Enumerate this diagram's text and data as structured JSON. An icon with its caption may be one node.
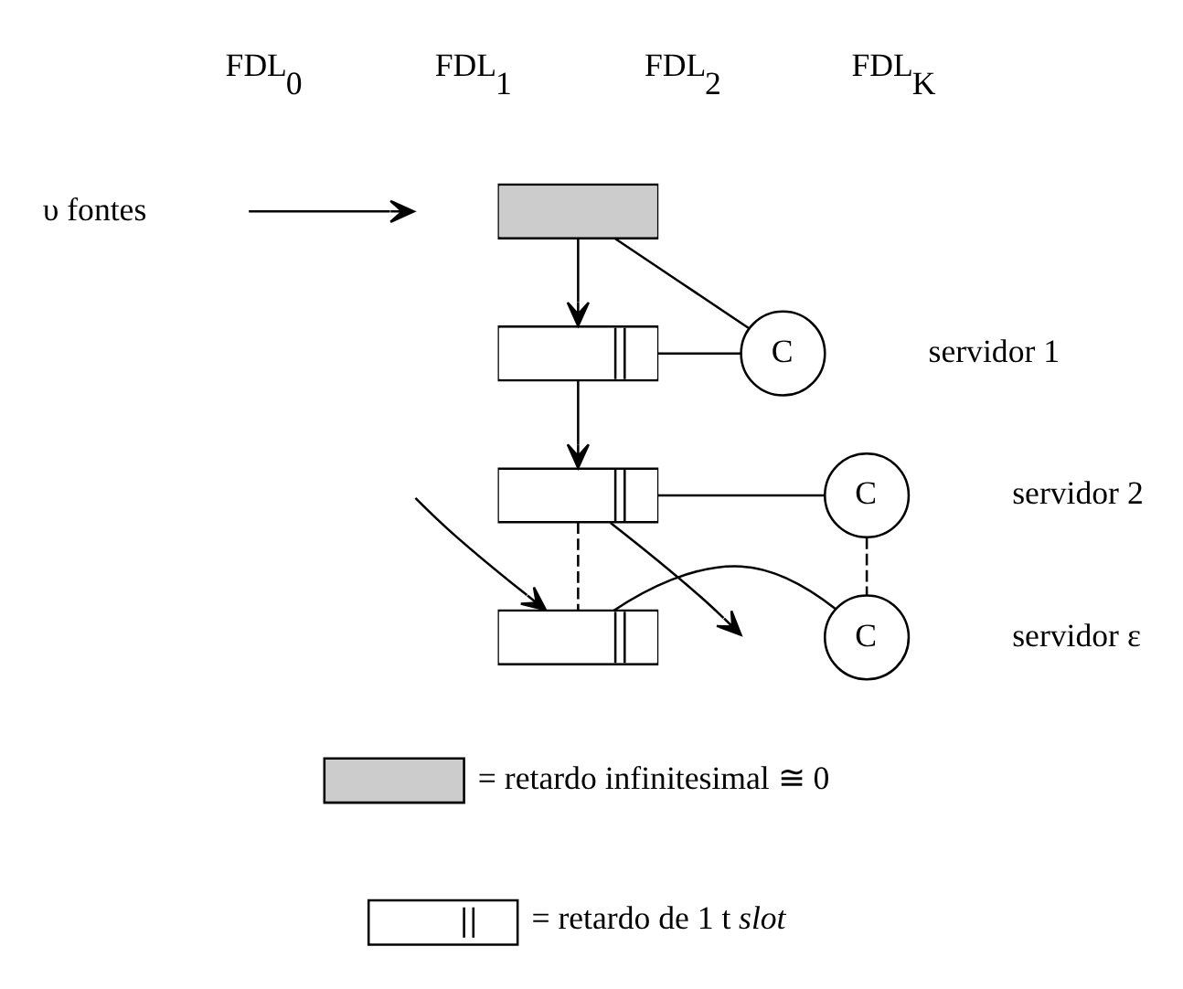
{
  "diagram": {
    "nodes": [
      {
        "text": [],
        "shape": "box"
      },
      {
        "text": [],
        "shape": "box"
      },
      {
        "text": [],
        "shape": "box"
      },
      {
        "text": [],
        "shape": "box"
      },
      {
        "text": [
          "C"
        ],
        "beside": [
          "servidor 1"
        ]
      },
      {
        "text": [
          "C"
        ],
        "beside": [
          "servidor 2"
        ]
      },
      {
        "text": [
          "C"
        ],
        "beside": [
          "servidor ε"
        ]
      }
    ],
    "edges": [
      {
        "from": 0,
        "to": 1,
        "arrow": "to"
      },
      {
        "from": 1,
        "to": 2,
        "arrow": "to"
      },
      {
        "from": 2,
        "to": null,
        "arrow": "to"
      },
      {
        "from": null,
        "to": 3,
        "arrow": "to"
      },
      {
        "from": 2,
        "to": 3,
        "arrow": "none",
        "style": "dashed"
      },
      {
        "from": 0,
        "to": 4,
        "arrow": "none"
      },
      {
        "from": 1,
        "to": 4,
        "arrow": "none"
      },
      {
        "from": 2,
        "to": 5,
        "arrow": "none"
      },
      {
        "from": 3,
        "to": 6,
        "arrow": "none"
      },
      {
        "from": 5,
        "to": 6,
        "arrow": "none",
        "style": "dashed"
      }
    ],
    "labels": [
      "υ fontes",
      "FDL$_{0}$",
      "FDL$_{1}$",
      "FDL$_{2}$",
      "FDL$_{K}$"
    ],
    "legend": [
      {
        "text": "= retardo infinitesimal ≅ 0",
        "color": "#cccccc"
      },
      {
        "text": "= retardo de 1 t *slot*"
      }
    ]
  }
}
